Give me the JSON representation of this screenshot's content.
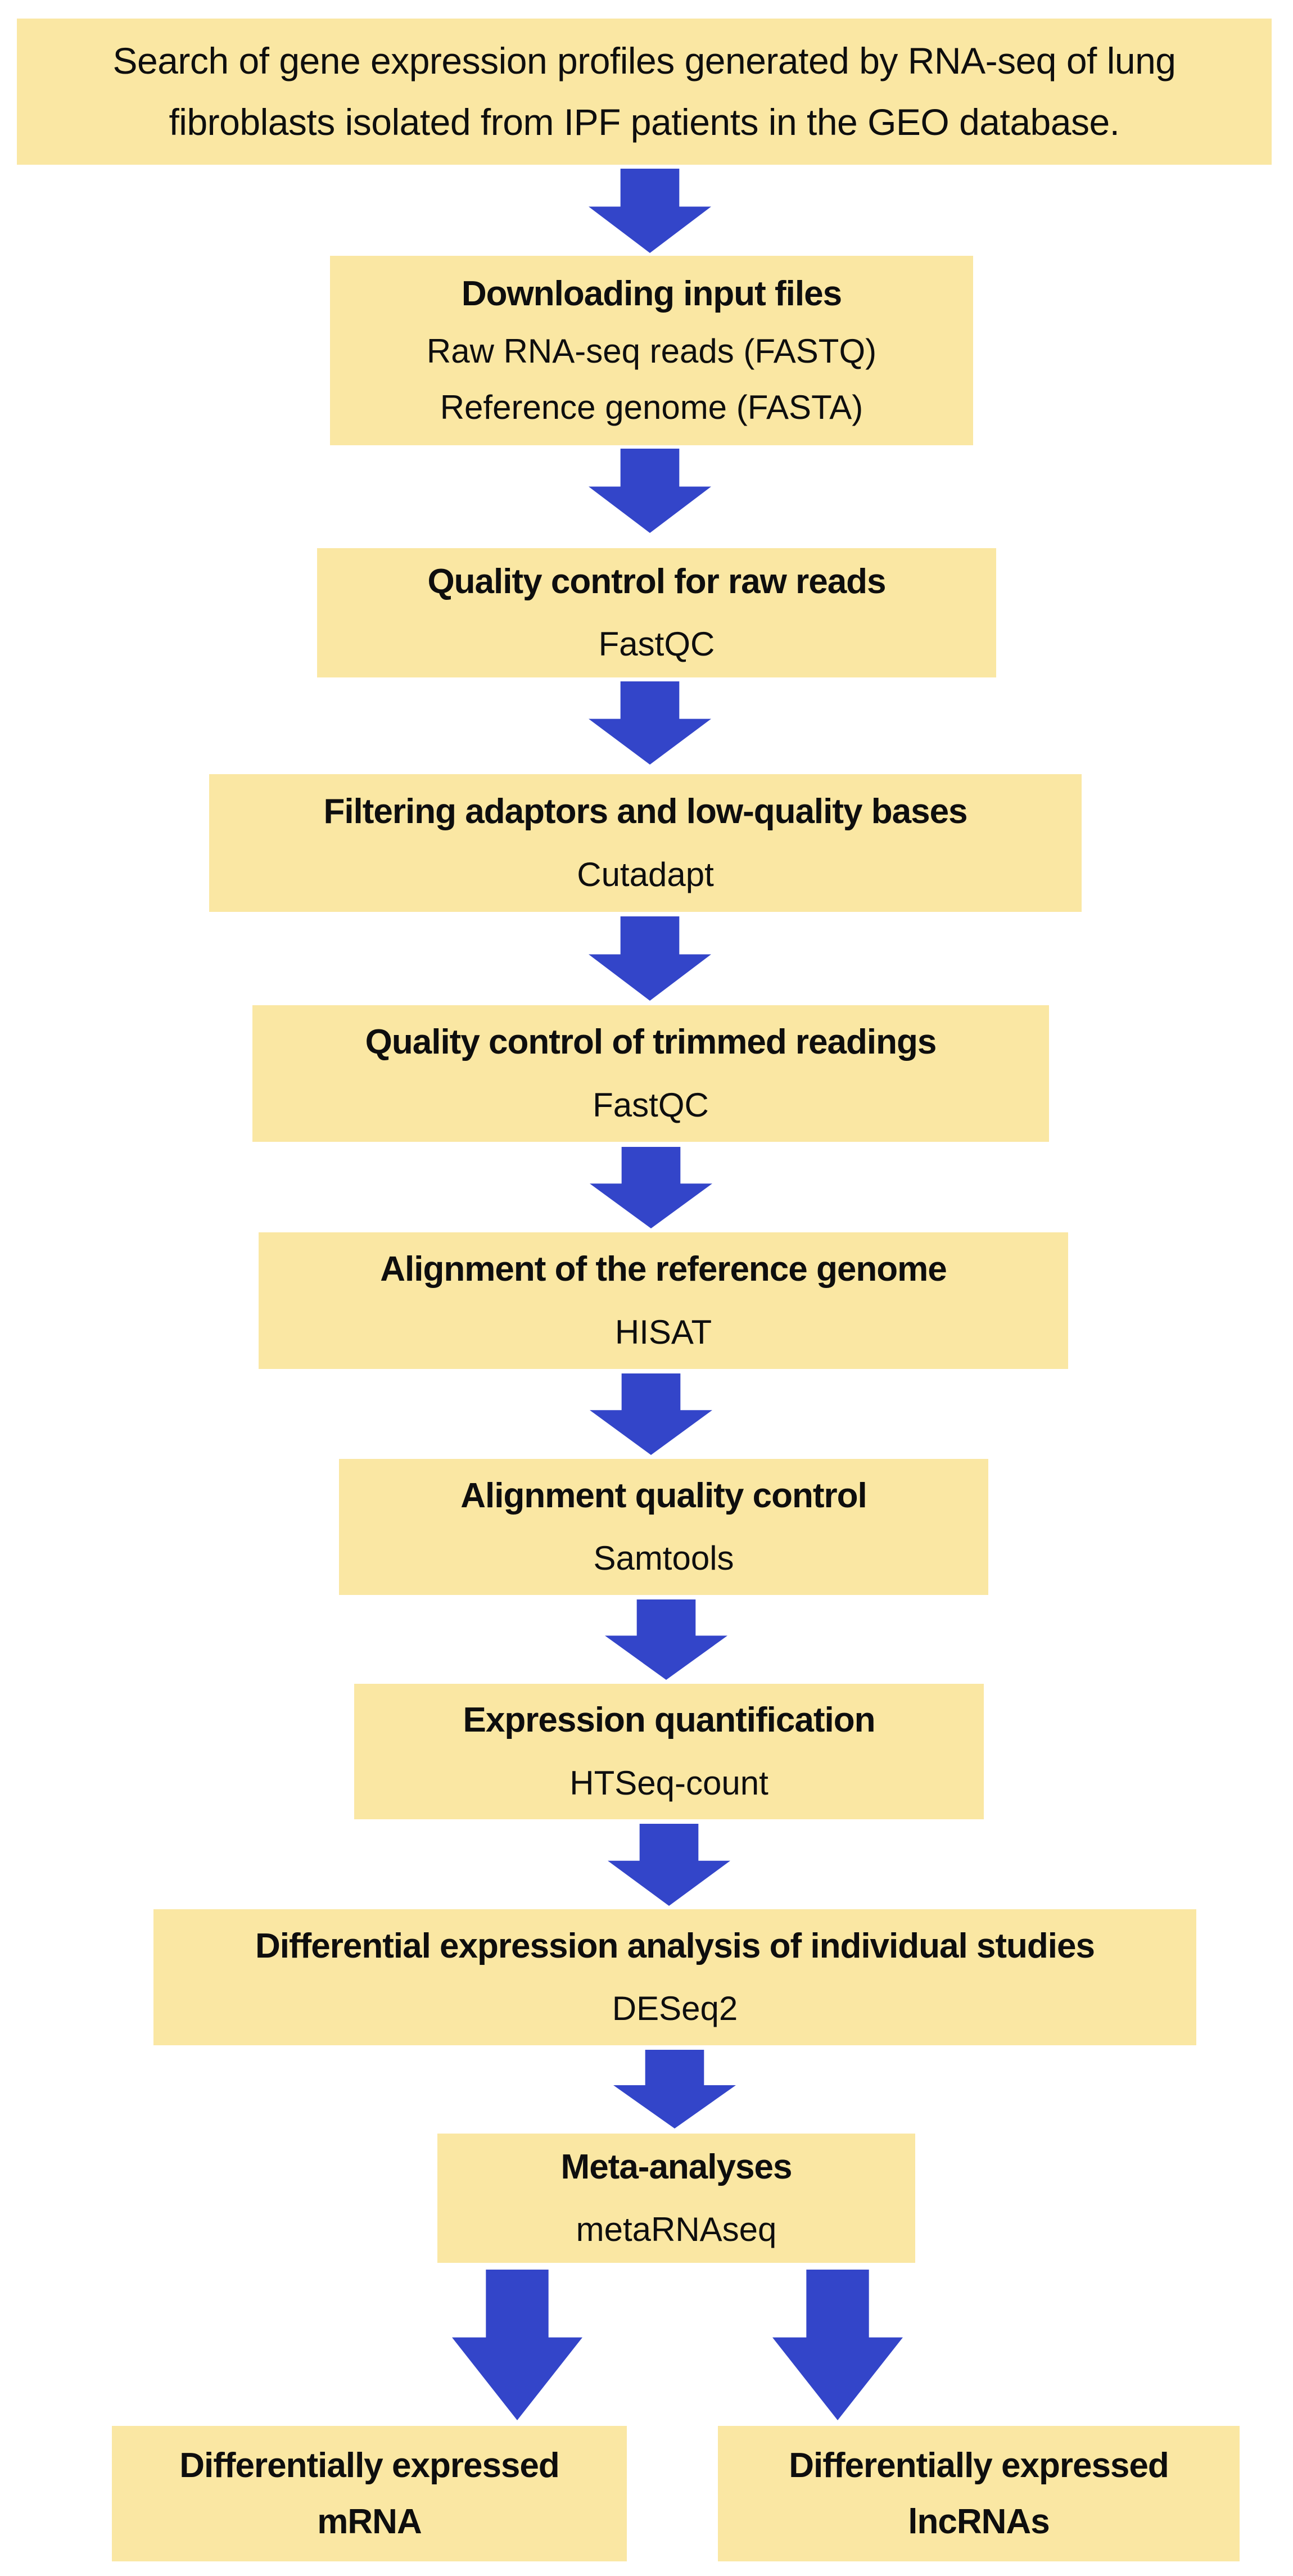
{
  "colors": {
    "box_fill": "#FAE7A3",
    "arrow_blue": "#3345C9",
    "text": "#0E0E0E",
    "background": "#FFFFFF"
  },
  "flowchart": {
    "start": {
      "text": "Search of gene expression profiles generated by RNA-seq of lung fibroblasts isolated from IPF patients in the GEO database."
    },
    "steps": [
      {
        "title": "Downloading input files",
        "lines": [
          "Raw RNA-seq reads (FASTQ)",
          "Reference genome (FASTA)"
        ]
      },
      {
        "title": "Quality control for raw reads",
        "tool": "FastQC"
      },
      {
        "title": "Filtering adaptors and low-quality bases",
        "tool": "Cutadapt"
      },
      {
        "title": "Quality control of trimmed readings",
        "tool": "FastQC"
      },
      {
        "title": "Alignment of the reference genome",
        "tool": "HISAT"
      },
      {
        "title": "Alignment quality control",
        "tool": "Samtools"
      },
      {
        "title": "Expression quantification",
        "tool": "HTSeq-count"
      },
      {
        "title": "Differential expression analysis of individual studies",
        "tool": "DESeq2"
      },
      {
        "title": "Meta-analyses",
        "tool": "metaRNAseq"
      }
    ],
    "outputs": [
      {
        "label": "Differentially expressed mRNA"
      },
      {
        "label": "Differentially expressed lncRNAs"
      }
    ]
  }
}
